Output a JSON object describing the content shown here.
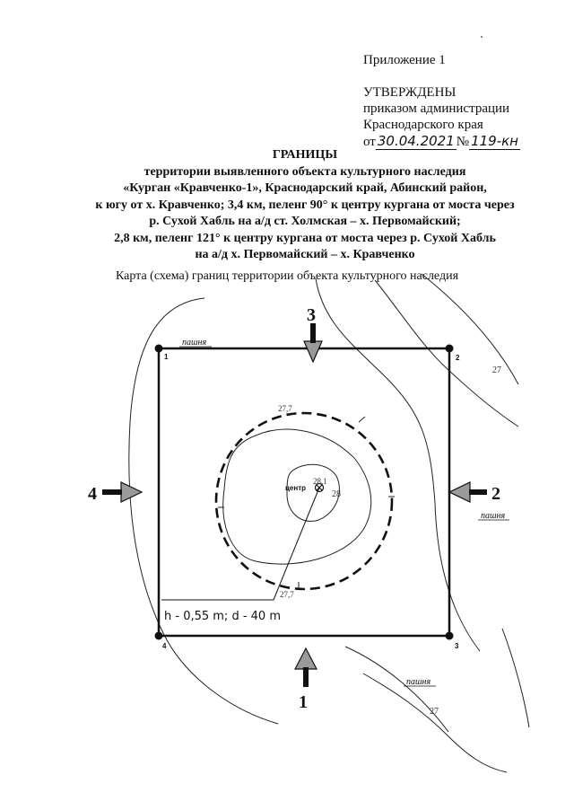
{
  "approval": {
    "appendix": "Приложение 1",
    "approved": "УТВЕРЖДЕНЫ",
    "order_line1": "приказом администрации",
    "order_line2": "Краснодарского края",
    "date_prefix": "от",
    "date_handwritten": "30.04.2021",
    "number_sign": "№",
    "number_handwritten": "119-кн"
  },
  "title": {
    "heading": "ГРАНИЦЫ",
    "line1": "территории выявленного объекта культурного наследия",
    "line2": "«Курган «Кравченко-1», Краснодарский край, Абинский район,",
    "line3": "к югу от х. Кравченко; 3,4 км, пеленг 90° к центру кургана от моста через",
    "line4": "р. Сухой Хабль на а/д ст. Холмская – х. Первомайский;",
    "line5": "2,8 км, пеленг 121° к центру кургана от моста через р. Сухой Хабль",
    "line6": "на а/д х. Первомайский – х. Кравченко"
  },
  "map": {
    "caption": "Карта (схема) границ территории объекта культурного наследия",
    "corners": [
      "1",
      "2",
      "3",
      "4"
    ],
    "directions": {
      "north": "3",
      "east": "2",
      "south": "1",
      "west": "4"
    },
    "field_label": "пашня",
    "contours": {
      "outer_right": "27",
      "inner_top": "27,7",
      "inner_bottom": "27,7",
      "top_point": "28,1",
      "peak": "28"
    },
    "center_label": "центр",
    "measure_label": "h - 0,55 m; d - 40 m"
  }
}
